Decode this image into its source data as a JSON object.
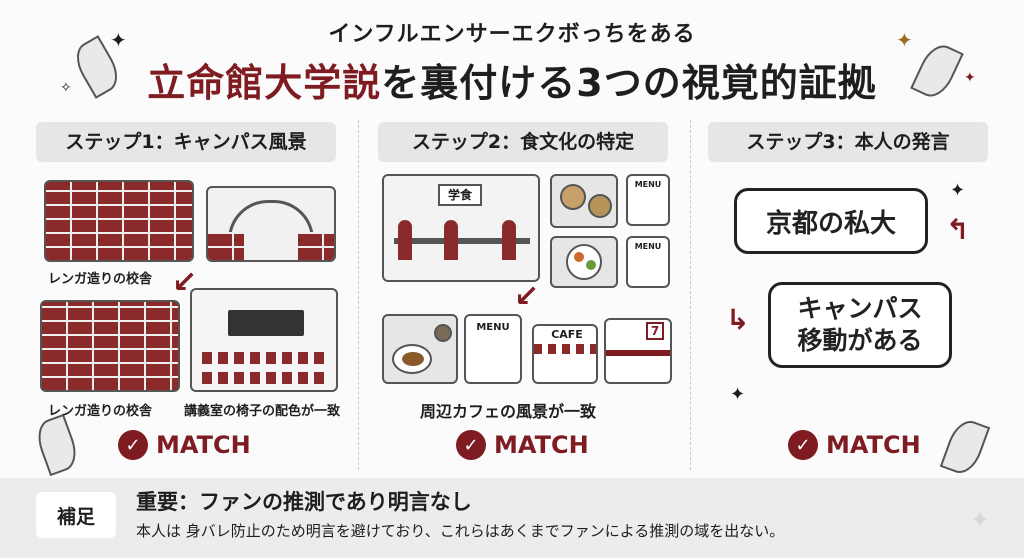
{
  "header": {
    "subtitle": "インフルエンサーエクボっちをある",
    "title_highlight": "立命館大学説",
    "title_rest": "を裏付ける3つの視覚的証拠"
  },
  "steps": [
    {
      "heading": "ステップ1：キャンパス風景",
      "captions": [
        "レンガ造りの校舎",
        "レンガ造りの校舎",
        "講義室の椅子の配色が一致"
      ],
      "result": "MATCH"
    },
    {
      "heading": "ステップ2：食文化の特定",
      "sign": "学食",
      "menu_label": "MENU",
      "cafe_label": "CAFE",
      "store_label": "7",
      "captions": [
        "周辺カフェの風景が一致"
      ],
      "result": "MATCH"
    },
    {
      "heading": "ステップ3：本人の発言",
      "bubbles": [
        "京都の私大",
        "キャンパス\n移動がある"
      ],
      "result": "MATCH"
    }
  ],
  "note": {
    "tag": "補足",
    "title": "重要：ファンの推測であり明言なし",
    "text": "本人は 身バレ防止のため明言を避けており、これらはあくまでファンによる推測の域を出ない。"
  },
  "colors": {
    "accent": "#7e1c22",
    "panel": "#e6e6e6",
    "footer": "#ececec"
  },
  "icons": [
    "leaf-icon",
    "sparkle-icon",
    "check-icon",
    "arrow-icon"
  ]
}
